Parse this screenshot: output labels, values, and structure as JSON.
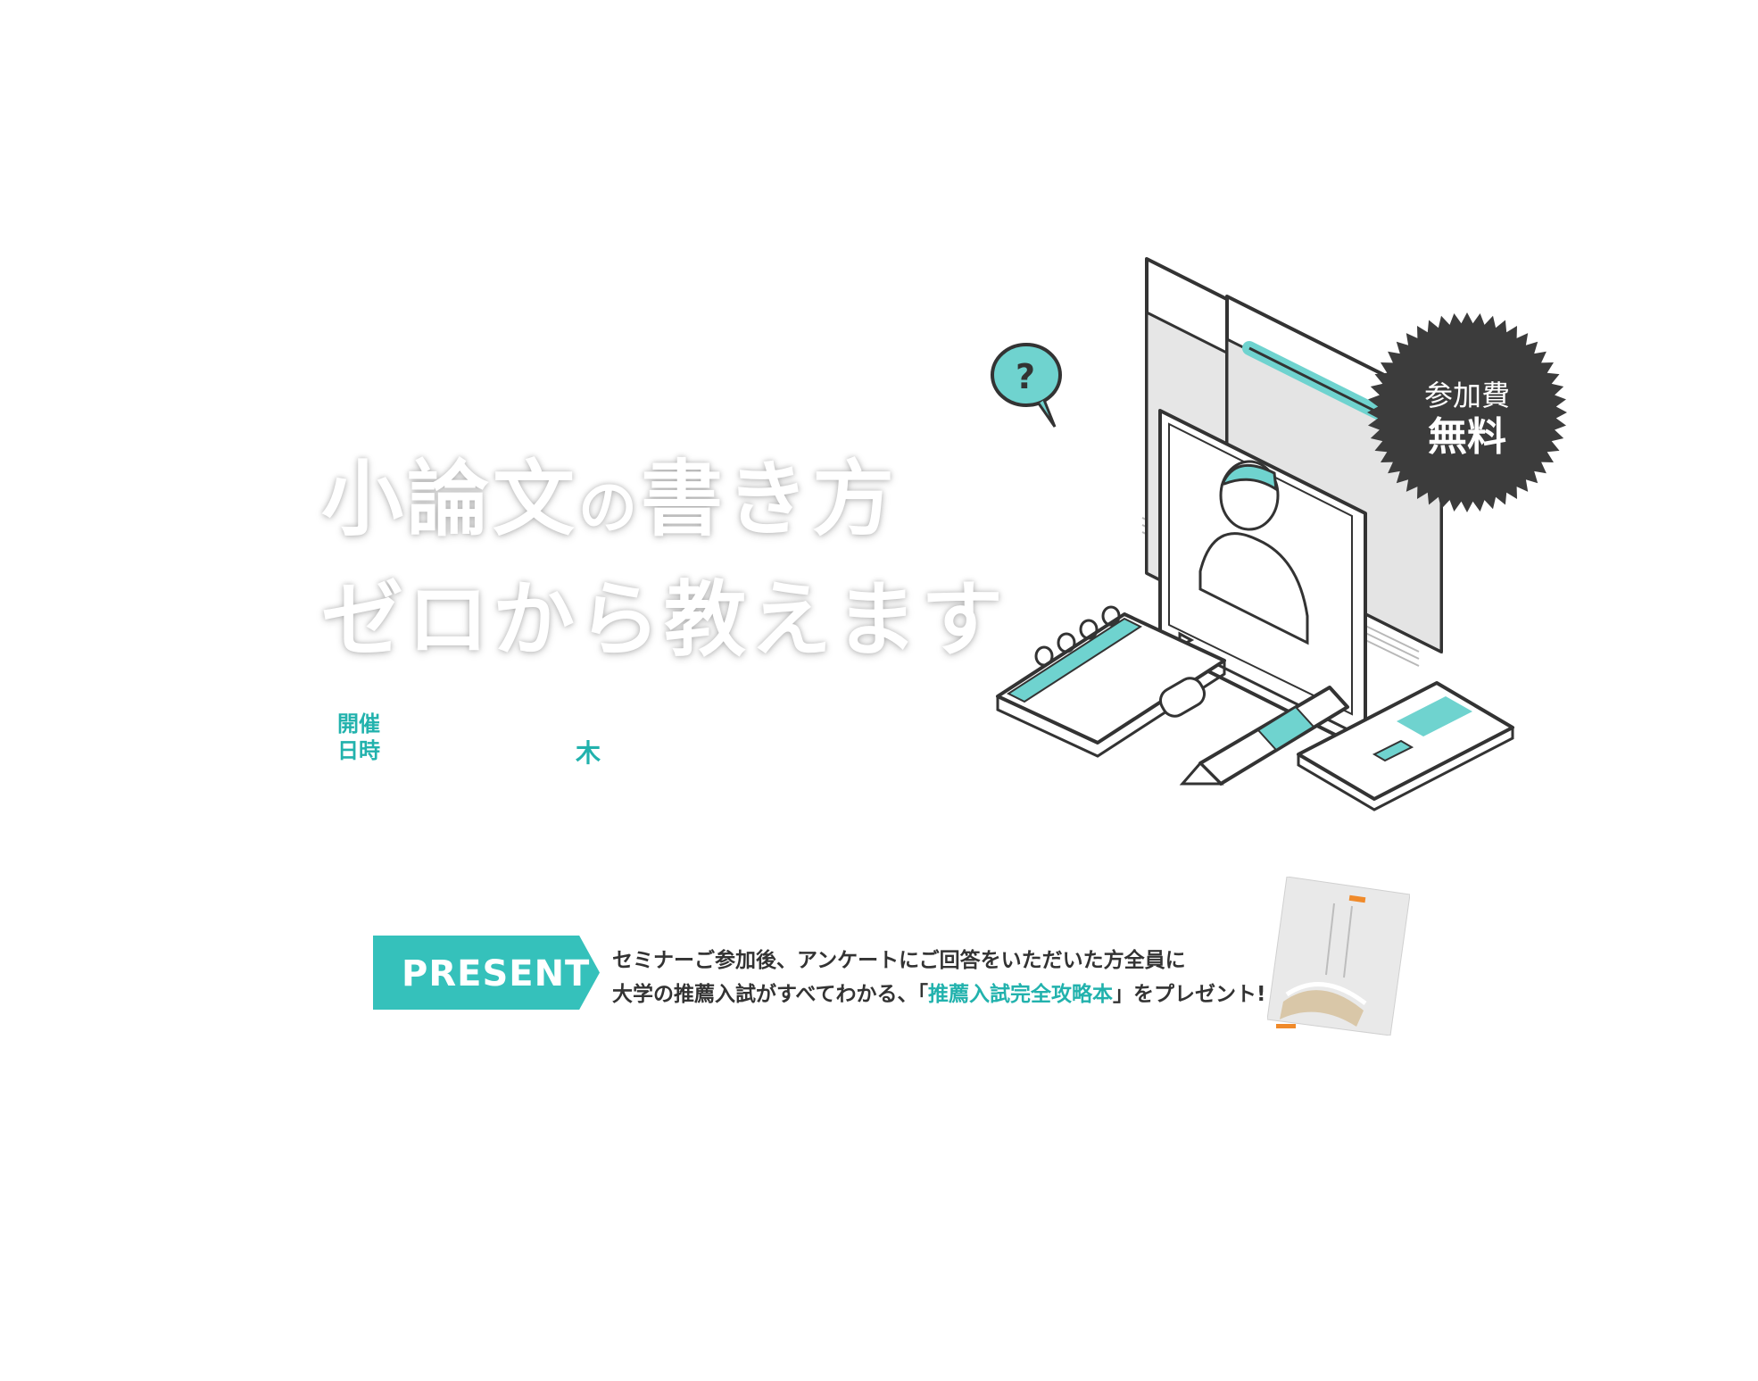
{
  "hero": {
    "title_line1_a": "小論文",
    "title_line1_b": "の",
    "title_line1_c": "書き方",
    "title_line2": "ゼロから教えます"
  },
  "event": {
    "date_label_1": "開催",
    "date_label_2": "日時",
    "weekday": "木"
  },
  "badge": {
    "line1": "参加費",
    "line2": "無料"
  },
  "present": {
    "tag": "PRESENT",
    "line1": "セミナーご参加後、アンケートにご回答をいただいた方全員に",
    "line2_pre": "大学の推薦入試がすべてわかる、「",
    "line2_highlight": "推薦入試完全攻略本",
    "line2_post": "」をプレゼント!"
  },
  "colors": {
    "accent": "#22b2ad",
    "tag": "#35c1bb",
    "badge": "#3c3c3c",
    "text": "#333333"
  }
}
